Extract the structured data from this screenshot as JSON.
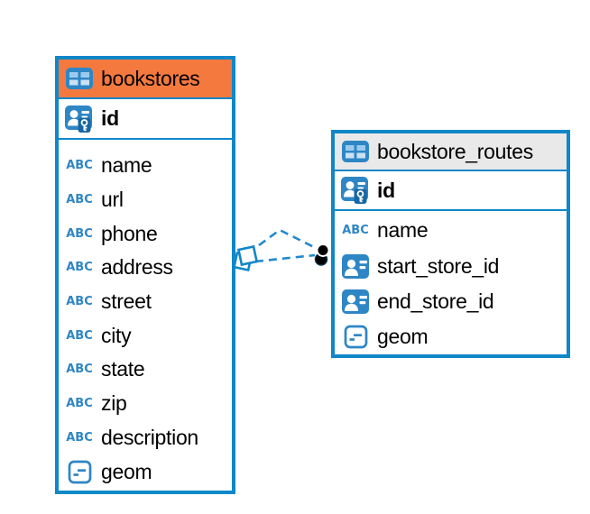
{
  "diagram": {
    "tables": [
      {
        "name": "bookstores",
        "header_bg": "#F4793F",
        "primary_key": "id",
        "columns": [
          {
            "name": "name",
            "type": "text"
          },
          {
            "name": "url",
            "type": "text"
          },
          {
            "name": "phone",
            "type": "text"
          },
          {
            "name": "address",
            "type": "text"
          },
          {
            "name": "street",
            "type": "text"
          },
          {
            "name": "city",
            "type": "text"
          },
          {
            "name": "state",
            "type": "text"
          },
          {
            "name": "zip",
            "type": "text"
          },
          {
            "name": "description",
            "type": "text"
          },
          {
            "name": "geom",
            "type": "geometry"
          }
        ]
      },
      {
        "name": "bookstore_routes",
        "header_bg": "#E9E9E9",
        "primary_key": "id",
        "columns": [
          {
            "name": "name",
            "type": "text"
          },
          {
            "name": "start_store_id",
            "type": "reference"
          },
          {
            "name": "end_store_id",
            "type": "reference"
          },
          {
            "name": "geom",
            "type": "geometry"
          }
        ]
      }
    ],
    "connector": {
      "style": "dashed",
      "line_count": 2,
      "from_table": "bookstores",
      "to_table": "bookstore_routes"
    },
    "colors": {
      "accent_blue": "#0F87C8",
      "icon_blue": "#2E86C5",
      "line_blue": "#2389CE",
      "orange_header": "#F4793F",
      "gray_header": "#E9E9E9"
    }
  }
}
